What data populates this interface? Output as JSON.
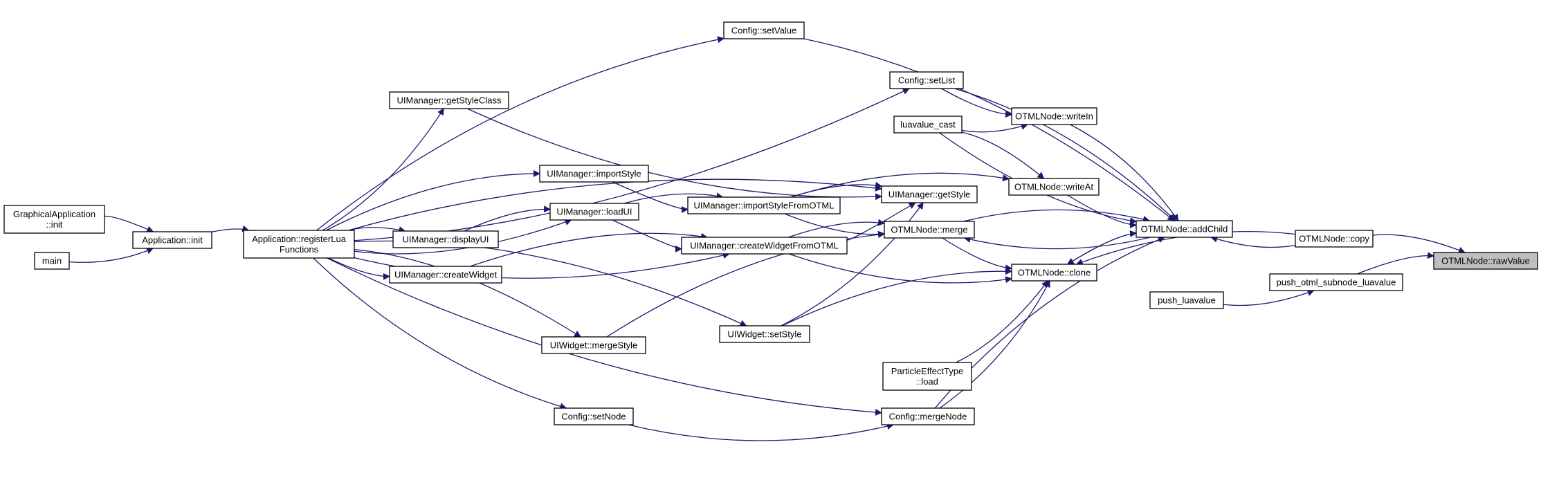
{
  "nodes": [
    {
      "id": "graphical_init",
      "lines": [
        "GraphicalApplication",
        "::init"
      ]
    },
    {
      "id": "main",
      "lines": [
        "main"
      ]
    },
    {
      "id": "app_init",
      "lines": [
        "Application::init"
      ]
    },
    {
      "id": "register_lua",
      "lines": [
        "Application::registerLua",
        "Functions"
      ]
    },
    {
      "id": "ui_get_style_class",
      "lines": [
        "UIManager::getStyleClass"
      ]
    },
    {
      "id": "ui_import_style",
      "lines": [
        "UIManager::importStyle"
      ]
    },
    {
      "id": "ui_load_ui",
      "lines": [
        "UIManager::loadUI"
      ]
    },
    {
      "id": "ui_display_ui",
      "lines": [
        "UIManager::displayUI"
      ]
    },
    {
      "id": "ui_create_widget",
      "lines": [
        "UIManager::createWidget"
      ]
    },
    {
      "id": "uiw_merge_style",
      "lines": [
        "UIWidget::mergeStyle"
      ]
    },
    {
      "id": "config_set_node",
      "lines": [
        "Config::setNode"
      ]
    },
    {
      "id": "config_set_value",
      "lines": [
        "Config::setValue"
      ]
    },
    {
      "id": "ui_import_style_from_otml",
      "lines": [
        "UIManager::importStyleFromOTML"
      ]
    },
    {
      "id": "ui_create_widget_from_otml",
      "lines": [
        "UIManager::createWidgetFromOTML"
      ]
    },
    {
      "id": "uiw_set_style",
      "lines": [
        "UIWidget::setStyle"
      ]
    },
    {
      "id": "config_set_list",
      "lines": [
        "Config::setList"
      ]
    },
    {
      "id": "luavalue_cast",
      "lines": [
        "luavalue_cast"
      ]
    },
    {
      "id": "ui_get_style",
      "lines": [
        "UIManager::getStyle"
      ]
    },
    {
      "id": "otml_merge",
      "lines": [
        "OTMLNode::merge"
      ]
    },
    {
      "id": "particle_load",
      "lines": [
        "ParticleEffectType",
        "::load"
      ]
    },
    {
      "id": "config_merge_node",
      "lines": [
        "Config::mergeNode"
      ]
    },
    {
      "id": "otml_write_in",
      "lines": [
        "OTMLNode::writeIn"
      ]
    },
    {
      "id": "otml_write_at",
      "lines": [
        "OTMLNode::writeAt"
      ]
    },
    {
      "id": "otml_clone",
      "lines": [
        "OTMLNode::clone"
      ]
    },
    {
      "id": "otml_add_child",
      "lines": [
        "OTMLNode::addChild"
      ]
    },
    {
      "id": "push_luavalue",
      "lines": [
        "push_luavalue"
      ]
    },
    {
      "id": "otml_copy",
      "lines": [
        "OTMLNode::copy"
      ]
    },
    {
      "id": "push_otml_subnode",
      "lines": [
        "push_otml_subnode_luavalue"
      ]
    },
    {
      "id": "otml_raw_value",
      "lines": [
        "OTMLNode::rawValue"
      ],
      "focus": true
    }
  ],
  "edges": [
    {
      "from": "graphical_init",
      "to": "app_init"
    },
    {
      "from": "main",
      "to": "app_init"
    },
    {
      "from": "app_init",
      "to": "register_lua"
    },
    {
      "from": "register_lua",
      "to": "ui_get_style_class"
    },
    {
      "from": "register_lua",
      "to": "ui_import_style"
    },
    {
      "from": "register_lua",
      "to": "ui_load_ui"
    },
    {
      "from": "register_lua",
      "to": "ui_display_ui"
    },
    {
      "from": "register_lua",
      "to": "ui_create_widget"
    },
    {
      "from": "register_lua",
      "to": "uiw_merge_style"
    },
    {
      "from": "register_lua",
      "to": "config_set_node"
    },
    {
      "from": "register_lua",
      "to": "config_set_value"
    },
    {
      "from": "register_lua",
      "to": "config_set_list"
    },
    {
      "from": "register_lua",
      "to": "ui_get_style"
    },
    {
      "from": "register_lua",
      "to": "ui_create_widget_from_otml"
    },
    {
      "from": "register_lua",
      "to": "uiw_set_style"
    },
    {
      "from": "register_lua",
      "to": "config_merge_node"
    },
    {
      "from": "ui_display_ui",
      "to": "ui_load_ui"
    },
    {
      "from": "ui_import_style",
      "to": "ui_import_style_from_otml"
    },
    {
      "from": "ui_load_ui",
      "to": "ui_import_style_from_otml"
    },
    {
      "from": "ui_load_ui",
      "to": "ui_create_widget_from_otml"
    },
    {
      "from": "ui_create_widget",
      "to": "ui_create_widget_from_otml"
    },
    {
      "from": "ui_get_style_class",
      "to": "ui_get_style"
    },
    {
      "from": "ui_import_style_from_otml",
      "to": "ui_get_style"
    },
    {
      "from": "ui_import_style_from_otml",
      "to": "otml_merge"
    },
    {
      "from": "ui_import_style_from_otml",
      "to": "otml_write_at"
    },
    {
      "from": "ui_create_widget_from_otml",
      "to": "ui_get_style"
    },
    {
      "from": "ui_create_widget_from_otml",
      "to": "otml_merge"
    },
    {
      "from": "ui_create_widget_from_otml",
      "to": "otml_clone"
    },
    {
      "from": "uiw_merge_style",
      "to": "otml_merge"
    },
    {
      "from": "uiw_set_style",
      "to": "ui_get_style"
    },
    {
      "from": "uiw_set_style",
      "to": "otml_clone"
    },
    {
      "from": "config_set_node",
      "to": "config_merge_node"
    },
    {
      "from": "config_set_value",
      "to": "otml_add_child"
    },
    {
      "from": "config_set_list",
      "to": "otml_write_in"
    },
    {
      "from": "config_set_list",
      "to": "otml_add_child"
    },
    {
      "from": "luavalue_cast",
      "to": "otml_write_in"
    },
    {
      "from": "luavalue_cast",
      "to": "otml_write_at"
    },
    {
      "from": "luavalue_cast",
      "to": "otml_add_child"
    },
    {
      "from": "otml_write_in",
      "to": "otml_add_child"
    },
    {
      "from": "otml_write_at",
      "to": "otml_add_child"
    },
    {
      "from": "otml_merge",
      "to": "otml_add_child"
    },
    {
      "from": "otml_merge",
      "to": "otml_clone"
    },
    {
      "from": "otml_add_child",
      "to": "otml_merge"
    },
    {
      "from": "otml_add_child",
      "to": "otml_clone"
    },
    {
      "from": "otml_clone",
      "to": "otml_add_child"
    },
    {
      "from": "particle_load",
      "to": "otml_clone"
    },
    {
      "from": "config_merge_node",
      "to": "otml_add_child"
    },
    {
      "from": "config_merge_node",
      "to": "otml_clone"
    },
    {
      "from": "otml_copy",
      "to": "otml_add_child"
    },
    {
      "from": "otml_copy",
      "to": "otml_clone"
    },
    {
      "from": "otml_copy",
      "to": "otml_raw_value"
    },
    {
      "from": "push_luavalue",
      "to": "push_otml_subnode"
    },
    {
      "from": "push_otml_subnode",
      "to": "otml_raw_value"
    }
  ]
}
